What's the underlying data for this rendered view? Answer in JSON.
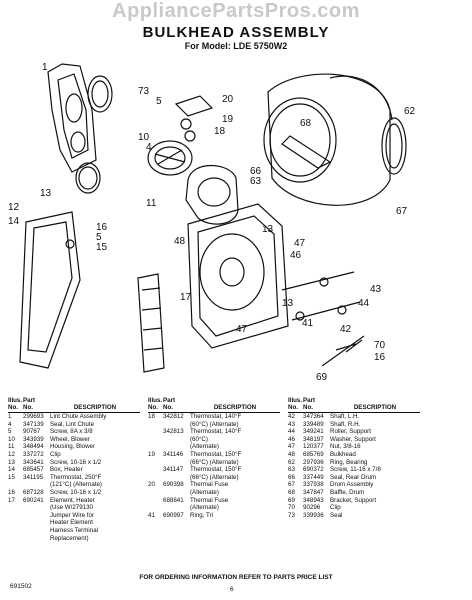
{
  "watermark": "AppliancePartsPros.com",
  "title": "BULKHEAD ASSEMBLY",
  "subtitle": "For Model: LDE 5750W2",
  "callouts": [
    "1",
    "73",
    "5",
    "20",
    "19",
    "18",
    "10",
    "4",
    "13",
    "12",
    "14",
    "16",
    "5",
    "15",
    "11",
    "48",
    "17",
    "68",
    "62",
    "66",
    "63",
    "67",
    "13",
    "47",
    "46",
    "13",
    "43",
    "44",
    "42",
    "41",
    "47",
    "70",
    "16",
    "69"
  ],
  "table_headers": {
    "illus": "Illus.",
    "no": "No.",
    "part": "Part",
    "no2": "No.",
    "desc": "DESCRIPTION"
  },
  "columns": [
    [
      {
        "illus": "1",
        "part": "299693",
        "desc": "Lint Chute Assembly"
      },
      {
        "illus": "4",
        "part": "347139",
        "desc": "Seal, Lint Chute"
      },
      {
        "illus": "5",
        "part": "90767",
        "desc": "Screw, 8A x 3/8"
      },
      {
        "illus": "10",
        "part": "343939",
        "desc": "Wheel, Blower"
      },
      {
        "illus": "11",
        "part": "348494",
        "desc": "Housing, Blower"
      },
      {
        "illus": "12",
        "part": "337272",
        "desc": "Clip"
      },
      {
        "illus": "13",
        "part": "343641",
        "desc": "Screw, 10-16 x 1/2"
      },
      {
        "illus": "14",
        "part": "685457",
        "desc": "Box, Heater"
      },
      {
        "illus": "15",
        "part": "341195",
        "desc": "Thermostat, 250°F"
      },
      {
        "illus": "",
        "part": "",
        "desc": "(121°C) (Alternate)"
      },
      {
        "illus": "16",
        "part": "687128",
        "desc": "Screw, 10-16 x 1/2"
      },
      {
        "illus": "17",
        "part": "690241",
        "desc": "Element, Heater"
      },
      {
        "illus": "",
        "part": "",
        "desc": "(Use W/279130"
      },
      {
        "illus": "",
        "part": "",
        "desc": "Jumper Wire for"
      },
      {
        "illus": "",
        "part": "",
        "desc": "Heater Element"
      },
      {
        "illus": "",
        "part": "",
        "desc": "Harness Terminal"
      },
      {
        "illus": "",
        "part": "",
        "desc": "Replacement)"
      }
    ],
    [
      {
        "illus": "18",
        "part": "342812",
        "desc": "Thermostat, 140°F"
      },
      {
        "illus": "",
        "part": "",
        "desc": "(60°C) (Alternate)"
      },
      {
        "illus": "",
        "part": "342813",
        "desc": "Thermostat, 140°F"
      },
      {
        "illus": "",
        "part": "",
        "desc": "(60°C)"
      },
      {
        "illus": "",
        "part": "",
        "desc": "(Alternate)"
      },
      {
        "illus": "19",
        "part": "341146",
        "desc": "Thermostat, 150°F"
      },
      {
        "illus": "",
        "part": "",
        "desc": "(66°C) (Alternate)"
      },
      {
        "illus": "",
        "part": "341147",
        "desc": "Thermostat, 150°F"
      },
      {
        "illus": "",
        "part": "",
        "desc": "(66°C) (Alternate)"
      },
      {
        "illus": "20",
        "part": "690398",
        "desc": "Thermal Fuse"
      },
      {
        "illus": "",
        "part": "",
        "desc": "(Alternate)"
      },
      {
        "illus": "",
        "part": "688841",
        "desc": "Thermal Fuse"
      },
      {
        "illus": "",
        "part": "",
        "desc": "(Alternate)"
      },
      {
        "illus": "41",
        "part": "690997",
        "desc": "Ring, Tri"
      }
    ],
    [
      {
        "illus": "42",
        "part": "347364",
        "desc": "Shaft, L.H."
      },
      {
        "illus": "43",
        "part": "339489",
        "desc": "Shaft, R.H."
      },
      {
        "illus": "44",
        "part": "349241",
        "desc": "Roller, Support"
      },
      {
        "illus": "46",
        "part": "348197",
        "desc": "Washer, Support"
      },
      {
        "illus": "47",
        "part": "120377",
        "desc": "Nut, 3/8-16"
      },
      {
        "illus": "48",
        "part": "685769",
        "desc": "Bulkhead"
      },
      {
        "illus": "62",
        "part": "297936",
        "desc": "Ring, Bearing"
      },
      {
        "illus": "63",
        "part": "690372",
        "desc": "Screw, 11-16 x 7/8"
      },
      {
        "illus": "66",
        "part": "337449",
        "desc": "Seal, Rear Drum"
      },
      {
        "illus": "67",
        "part": "337938",
        "desc": "Drum Assembly"
      },
      {
        "illus": "68",
        "part": "347847",
        "desc": "Baffle, Drum"
      },
      {
        "illus": "69",
        "part": "348943",
        "desc": "Bracket, Support"
      },
      {
        "illus": "70",
        "part": "90296",
        "desc": "Clip"
      },
      {
        "illus": "73",
        "part": "339936",
        "desc": "Seal"
      }
    ]
  ],
  "footer_note": "FOR ORDERING INFORMATION REFER TO PARTS PRICE LIST",
  "doc_code": "691502",
  "page_number": "6"
}
